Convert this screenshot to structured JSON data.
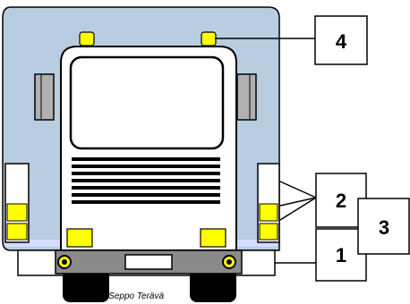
{
  "credit": "© Seppo Terävä",
  "labels": {
    "one": "1",
    "two": "2",
    "three": "3",
    "four": "4"
  },
  "colors": {
    "cargo_body": "#b8cde0",
    "amber_light": "#ffff00",
    "mirror_gray": "#b0b0b0",
    "bumper_gray": "#8a8a8a",
    "outline": "#000000"
  }
}
